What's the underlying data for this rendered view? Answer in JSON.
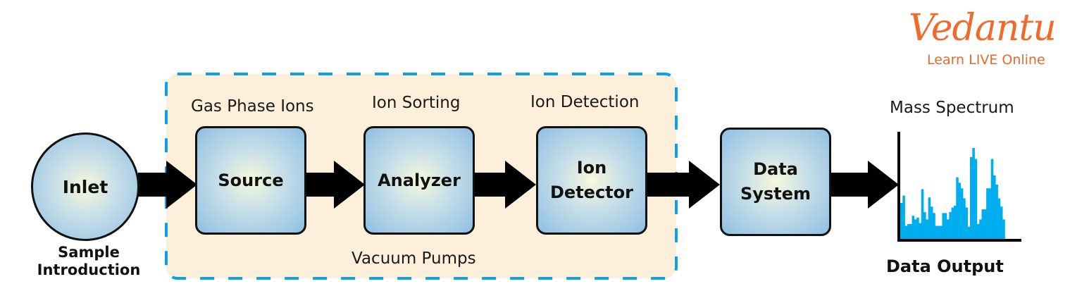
{
  "logo": {
    "brand": "Vedantu",
    "tagline": "Learn LIVE Online",
    "color": "#f06a2b"
  },
  "diagram": {
    "region_label": "Vacuum Pumps",
    "region_fill": "#fdefd9",
    "region_border_color": "#0aa2e0",
    "inlet": {
      "label": "Inlet",
      "caption_line1": "Sample",
      "caption_line2": "Introduction"
    },
    "stages": [
      {
        "id": "source",
        "title": "Gas Phase Ions",
        "box_line1": "Source",
        "box_line2": ""
      },
      {
        "id": "analyzer",
        "title": "Ion Sorting",
        "box_line1": "Analyzer",
        "box_line2": ""
      },
      {
        "id": "detector",
        "title": "Ion Detection",
        "box_line1": "Ion",
        "box_line2": "Detector"
      }
    ],
    "data_system": {
      "line1": "Data",
      "line2": "System"
    },
    "output": {
      "title": "Mass Spectrum",
      "caption": "Data Output",
      "bar_color": "#00aeef"
    }
  },
  "chart_data": {
    "type": "bar",
    "title": "Mass Spectrum",
    "xlabel": "",
    "ylabel": "",
    "ylim": [
      0,
      100
    ],
    "grid": false,
    "values": [
      40,
      48,
      15,
      17,
      17,
      26,
      22,
      24,
      18,
      55,
      30,
      22,
      46,
      36,
      29,
      15,
      15,
      15,
      29,
      29,
      22,
      30,
      35,
      37,
      68,
      62,
      56,
      45,
      35,
      14,
      90,
      100,
      88,
      17,
      22,
      33,
      33,
      56,
      56,
      88,
      70,
      60,
      45,
      36,
      22
    ]
  }
}
